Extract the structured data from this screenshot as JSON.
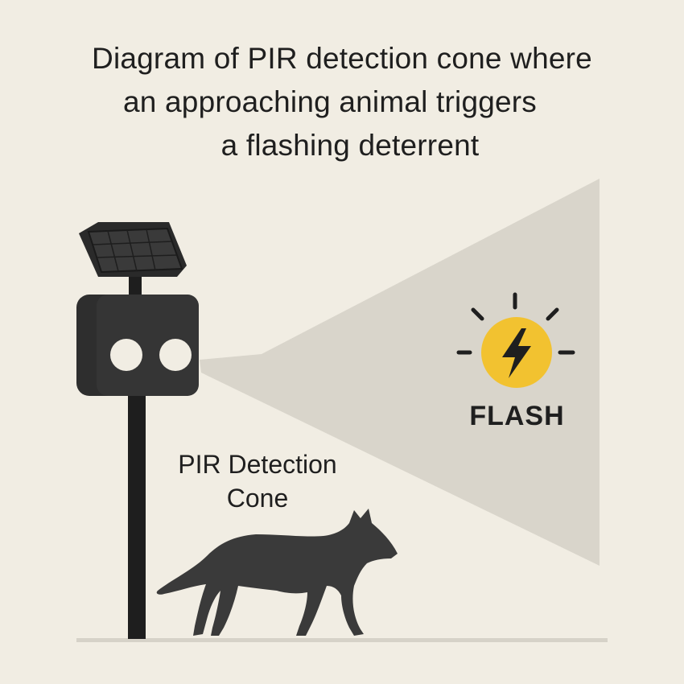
{
  "title": {
    "line1": "Diagram of PIR detection cone where",
    "line2": "an approaching animal triggers",
    "line3": "a flashing deterrent"
  },
  "labels": {
    "cone_line1": "PIR Detection",
    "cone_line2": "Cone",
    "flash": "FLASH"
  },
  "colors": {
    "background": "#f1ede3",
    "cone": "#d9d5cb",
    "device": "#2e2e2e",
    "flash_circle": "#f2c230",
    "ground": "#d6d2c8"
  },
  "icons": [
    "solar-panel-icon",
    "sensor-device-icon",
    "lightning-bolt-icon",
    "wolf-silhouette-icon"
  ]
}
